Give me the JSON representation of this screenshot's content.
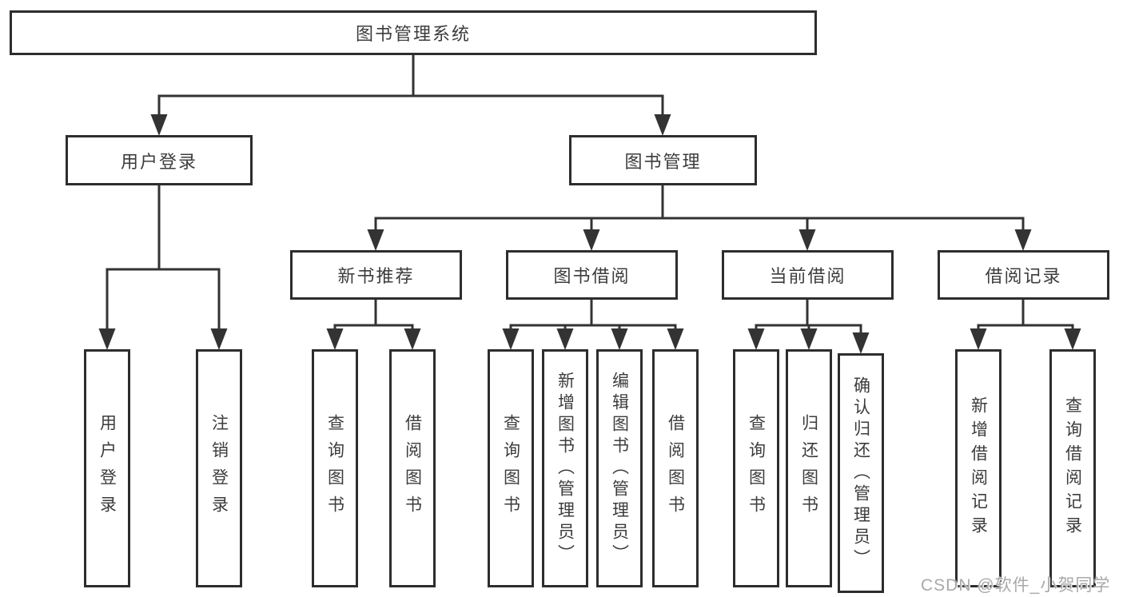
{
  "tree": {
    "label": "图书管理系统",
    "children": [
      {
        "label": "用户登录",
        "children": [
          {
            "label": "用户登录"
          },
          {
            "label": "注销登录"
          }
        ]
      },
      {
        "label": "图书管理",
        "children": [
          {
            "label": "新书推荐",
            "children": [
              {
                "label": "查询图书"
              },
              {
                "label": "借阅图书"
              }
            ]
          },
          {
            "label": "图书借阅",
            "children": [
              {
                "label": "查询图书"
              },
              {
                "label": "新增图书（管理员）"
              },
              {
                "label": "编辑图书（管理员）"
              },
              {
                "label": "借阅图书"
              }
            ]
          },
          {
            "label": "当前借阅",
            "children": [
              {
                "label": "查询图书"
              },
              {
                "label": "归还图书"
              },
              {
                "label": "确认归还（管理员）"
              }
            ]
          },
          {
            "label": "借阅记录",
            "children": [
              {
                "label": "新增借阅记录"
              },
              {
                "label": "查询借阅记录"
              }
            ]
          }
        ]
      }
    ]
  },
  "watermark": {
    "text": "CSDN @软件_小贺同学"
  },
  "colors": {
    "line": "#333333",
    "box_border": "#2d2d2d",
    "text": "#3c3c3c",
    "watermark": "#a9a9a9",
    "background": "#ffffff"
  }
}
